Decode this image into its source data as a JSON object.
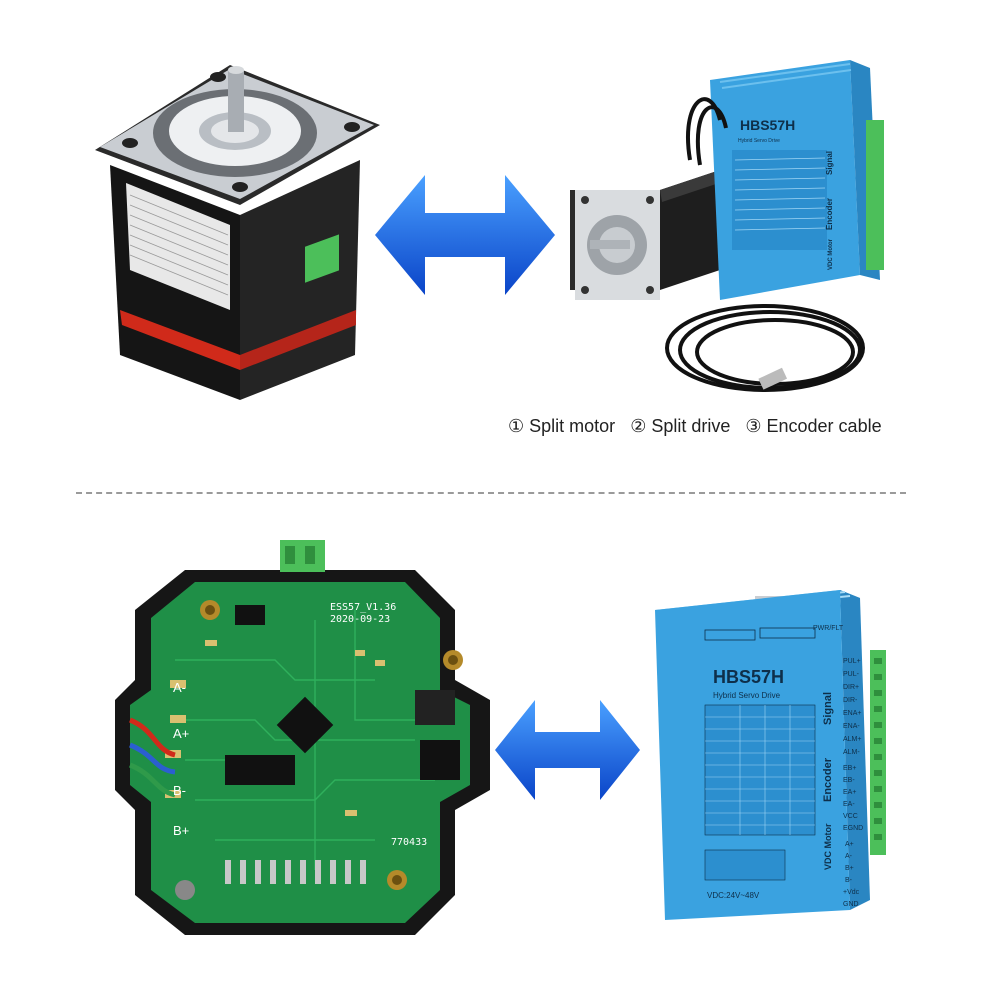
{
  "caption": {
    "item1": "① Split motor",
    "item2": "② Split drive",
    "item3": "③ Encoder cable"
  },
  "drive_top": {
    "model": "HBS57H",
    "subtitle": "Hybrid Servo Drive",
    "signal": "Signal",
    "encoder": "Encoder",
    "motor": "VDC Motor"
  },
  "drive_bottom": {
    "model": "HBS57H",
    "subtitle": "Hybrid Servo Drive",
    "signal": "Signal",
    "encoder": "Encoder",
    "motor": "VDC Motor",
    "pwr": "PWR/FLT",
    "pins_signal": [
      "PUL+",
      "PUL-",
      "DIR+",
      "DIR-",
      "ENA+",
      "ENA-",
      "ALM+",
      "ALM-"
    ],
    "pins_encoder": [
      "EB+",
      "EB-",
      "EA+",
      "EA-",
      "VCC",
      "EGND"
    ],
    "pins_motor": [
      "A+",
      "A-",
      "B+",
      "B-",
      "+Vdc",
      "GND"
    ],
    "bottom_label": "VDC:24V~48V"
  },
  "pcb": {
    "board_id": "ESS57_V1.36",
    "date": "2020-09-23",
    "code": "770433",
    "labels": [
      "A-",
      "A+",
      "B-",
      "B+"
    ]
  },
  "colors": {
    "arrow": "#1565e0",
    "drive_blue": "#3aa2e0",
    "pcb_green": "#1f8f47",
    "motor_black": "#1a1a1a",
    "red_band": "#d02a1a",
    "terminal_green": "#4cbf5a"
  }
}
